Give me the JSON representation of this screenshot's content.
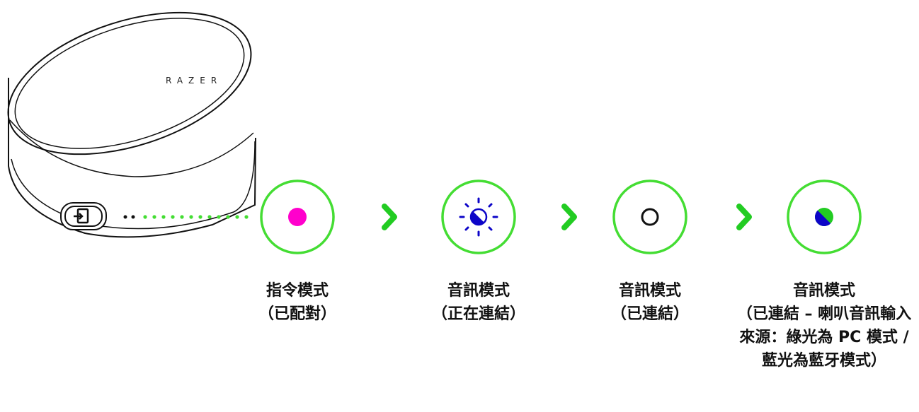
{
  "brand_text": "RAZER",
  "colors": {
    "ring_green": "#44dd33",
    "arrow_green": "#22cc22",
    "pink": "#ff00cc",
    "blue": "#0d05c8",
    "green": "#22cc22",
    "outline": "#111111"
  },
  "steps": [
    {
      "icon": "pink-dot-icon",
      "title": "指令模式",
      "subtitle": "（已配對）"
    },
    {
      "icon": "blinking-blue-green-dot-icon",
      "title": "音訊模式",
      "subtitle": "（正在連結）"
    },
    {
      "icon": "white-dot-icon",
      "title": "音訊模式",
      "subtitle": "（已連結）"
    },
    {
      "icon": "blue-green-dot-icon",
      "title": "音訊模式",
      "subtitle": "（已連結 – 喇叭音訊輸入來源：綠光為 PC 模式 / 藍光為藍牙模式）"
    }
  ],
  "arrows": [
    "chevron-right-icon",
    "chevron-right-icon",
    "chevron-right-icon"
  ]
}
